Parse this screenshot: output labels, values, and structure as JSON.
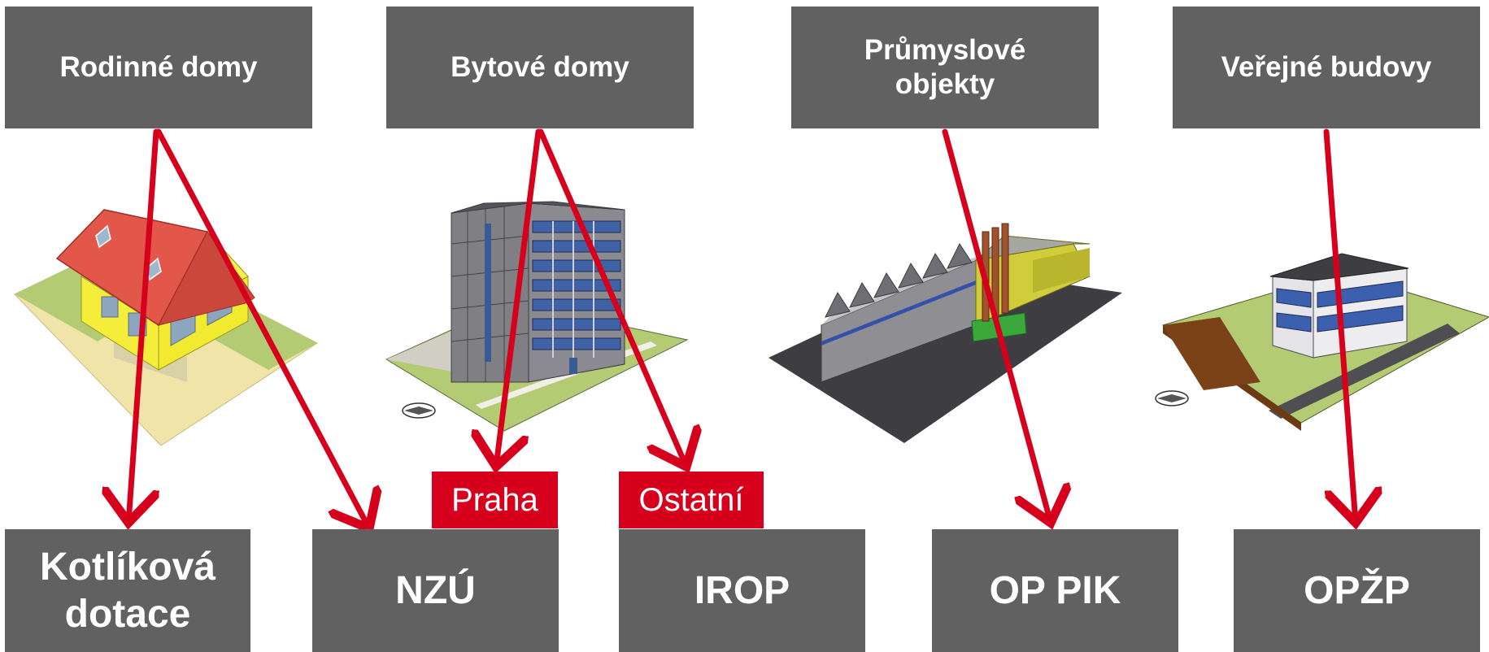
{
  "categories": [
    {
      "label": "Rodinné domy"
    },
    {
      "label": "Bytové domy"
    },
    {
      "label": "Průmyslové objekty"
    },
    {
      "label": "Veřejné budovy"
    }
  ],
  "programs": [
    {
      "label": "Kotlíková dotace"
    },
    {
      "label": "NZÚ"
    },
    {
      "label": "IROP"
    },
    {
      "label": "OP PIK"
    },
    {
      "label": "OPŽP"
    }
  ],
  "regions": [
    {
      "label": "Praha"
    },
    {
      "label": "Ostatní"
    }
  ],
  "colors": {
    "box": "#616161",
    "arrow": "#d6001c",
    "tag": "#d6001c"
  }
}
